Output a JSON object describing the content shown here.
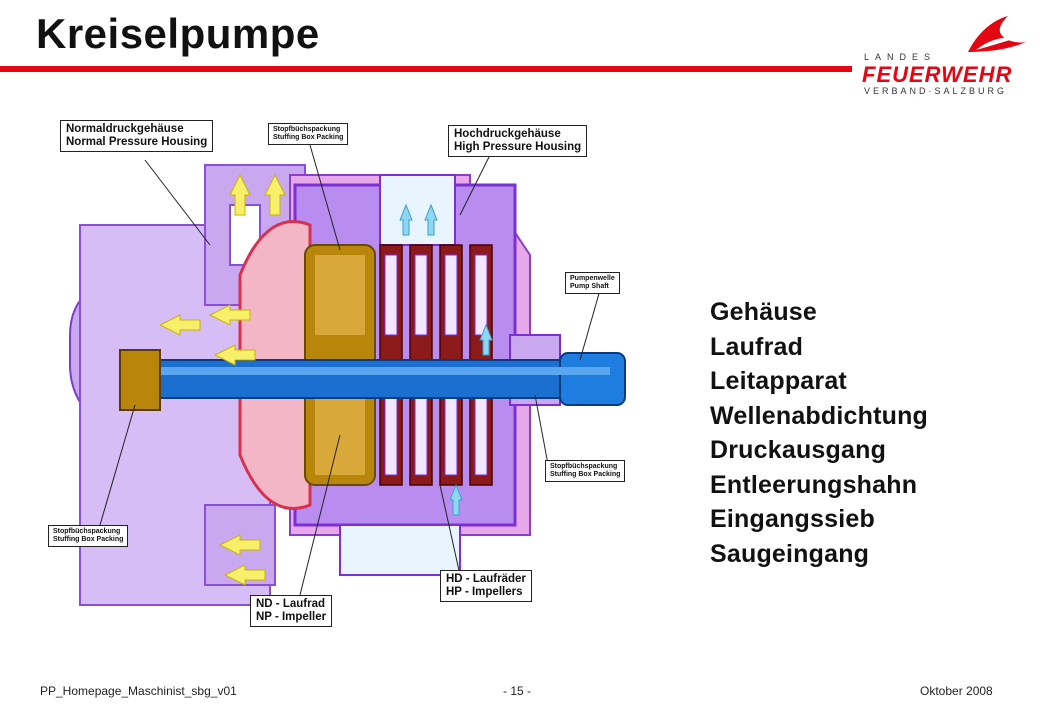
{
  "title": "Kreiselpumpe",
  "logo": {
    "line1": "LANDES",
    "line2": "FEUERWEHR",
    "line3": "VERBAND·SALZBURG"
  },
  "diagram_labels": {
    "normal_housing": [
      "Normaldruckgehäuse",
      "Normal Pressure Housing"
    ],
    "stuffing_top": [
      "Stopfbüchspackung",
      "Stuffing Box Packing"
    ],
    "high_housing": [
      "Hochdruckgehäuse",
      "High Pressure Housing"
    ],
    "pump_shaft": [
      "Pumpenwelle",
      "Pump Shaft"
    ],
    "stuffing_right": [
      "Stopfbüchspackung",
      "Stuffing Box Packing"
    ],
    "stuffing_left": [
      "Stopfbüchspackung",
      "Stuffing Box Packing"
    ],
    "nd_impeller": [
      "ND - Laufrad",
      "NP - Impeller"
    ],
    "hd_impellers": [
      "HD - Laufräder",
      "HP - Impellers"
    ]
  },
  "parts": [
    "Gehäuse",
    "Laufrad",
    "Leitapparat",
    "Wellenabdichtung",
    "Druckausgang",
    "Entleerungshahn",
    "Eingangssieb",
    "Saugeingang"
  ],
  "footer": {
    "left": "PP_Homepage_Maschinist_sbg_v01",
    "center": "- 15 -",
    "right": "Oktober 2008"
  },
  "colors": {
    "accent": "#e30613",
    "housing_light": "#c9a8f0",
    "housing_dark": "#9c4fe6",
    "shaft": "#1a6fd0",
    "impeller": "#b8860b",
    "hp_impeller": "#8b1a1a"
  }
}
